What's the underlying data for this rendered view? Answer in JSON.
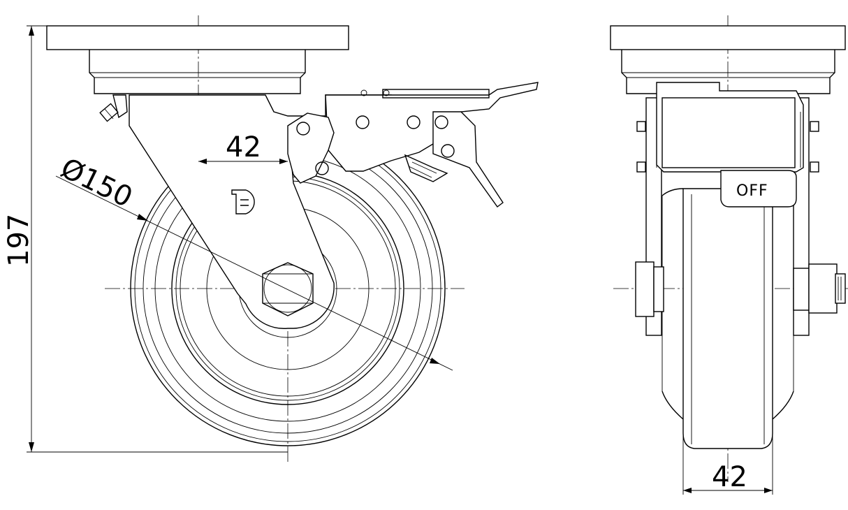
{
  "front_view": {
    "dim_offset": "42",
    "dim_diameter": "Ø150",
    "dim_height": "197",
    "logo_mark": "brand-logo"
  },
  "side_view": {
    "dim_width": "42",
    "brake_label": "OFF"
  }
}
